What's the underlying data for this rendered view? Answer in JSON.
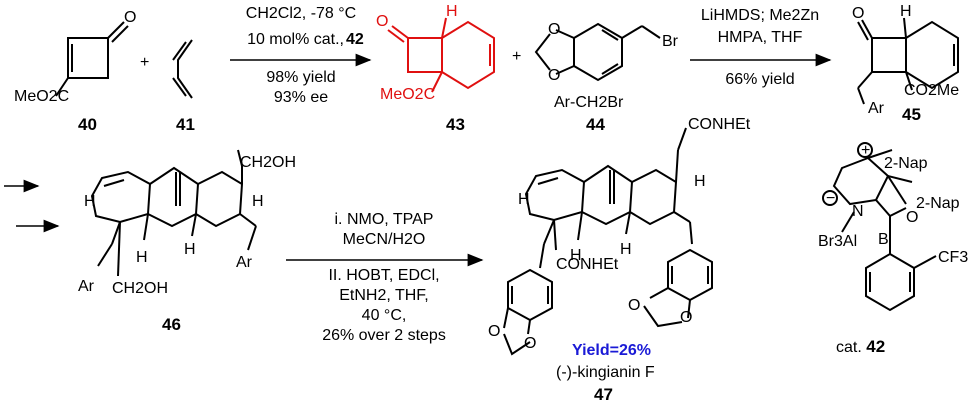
{
  "scheme": {
    "step1": {
      "reagents": "CH2Cl2, -78 °C",
      "catalyst": "10 mol% cat.,",
      "catalyst_num": "42",
      "yield": "98% yield",
      "ee": "93% ee"
    },
    "step2": {
      "reagents": "LiHMDS; Me2Zn",
      "solvent": "HMPA, THF",
      "yield": "66% yield"
    },
    "step3": {
      "line1": "i. NMO, TPAP",
      "line2": "MeCN/H2O",
      "line3": "II. HOBT, EDCl,",
      "line4": "EtNH2, THF,",
      "line5": "40 °C,",
      "line6": "26% over 2 steps"
    },
    "compounds": {
      "c40": "40",
      "c41": "41",
      "c43": "43",
      "c44": "44",
      "c45": "45",
      "c46": "46",
      "c47": "47",
      "cat42": "42"
    },
    "labels": {
      "plus1": "+",
      "plus2": "+",
      "meo2c_40": "MeO2C",
      "meo2c_43": "MeO2C",
      "co2me_45": "CO2Me",
      "ar_ch2br": "Ar-CH2Br",
      "br": "Br",
      "ar_45": "Ar",
      "ch2oh_top": "CH2OH",
      "ch2oh_bot": "CH2OH",
      "ar_46a": "Ar",
      "ar_46b": "Ar",
      "conhet_top": "CONHEt",
      "conhet_bot": "CONHEt",
      "h": "H",
      "o": "O",
      "yield_final": "Yield=26%",
      "product_name": "(-)-kingianin F",
      "cat_prefix": "cat.",
      "nap1": "2-Nap",
      "nap2": "2-Nap",
      "br3al": "Br3Al",
      "n": "N",
      "b": "B",
      "cf3": "CF3"
    },
    "colors": {
      "highlight": "#e01010",
      "yield": "#1a1ad6"
    }
  }
}
